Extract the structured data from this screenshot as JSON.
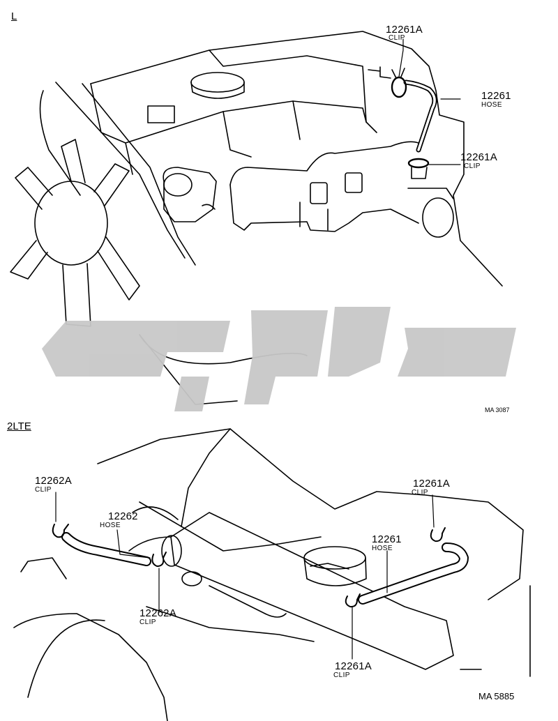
{
  "sections": {
    "top": {
      "title": "L",
      "drawing_code": "MA 3087",
      "callouts": [
        {
          "number": "12261A",
          "type": "CLIP"
        },
        {
          "number": "12261",
          "type": "HOSE"
        },
        {
          "number": "12261A",
          "type": "CLIP"
        }
      ]
    },
    "bottom": {
      "title": "2LTE",
      "drawing_code": "MA 5885",
      "callouts": [
        {
          "number": "12262A",
          "type": "CLIP"
        },
        {
          "number": "12262",
          "type": "HOSE"
        },
        {
          "number": "12262A",
          "type": "CLIP"
        },
        {
          "number": "12261A",
          "type": "CLIP"
        },
        {
          "number": "12261",
          "type": "HOSE"
        },
        {
          "number": "12261A",
          "type": "CLIP"
        }
      ]
    }
  },
  "watermark_color": "#c8c8c8",
  "line_color": "#000000"
}
